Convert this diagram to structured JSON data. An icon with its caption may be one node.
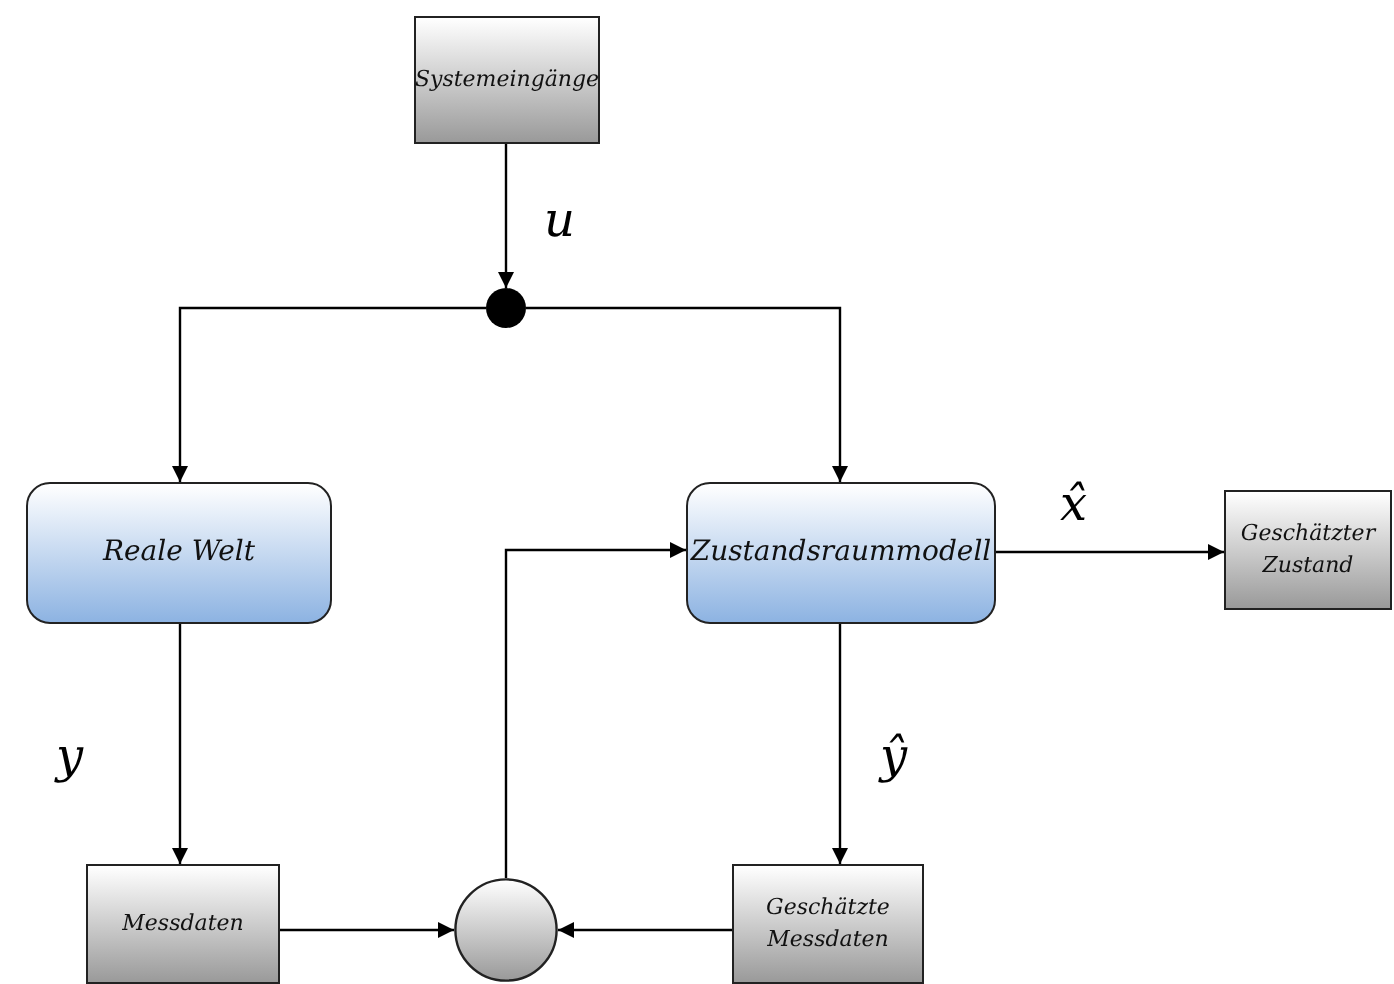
{
  "diagram": {
    "nodes": [
      {
        "text": [
          "Systemeingänge"
        ]
      },
      {
        "text": [],
        "shape": "dot"
      },
      {
        "text": [
          "Reale Welt"
        ]
      },
      {
        "text": [
          "Zustandsraummodell"
        ]
      },
      {
        "text": [
          "Geschätzter Zustand"
        ]
      },
      {
        "text": [
          "Messdaten"
        ]
      },
      {
        "text": [],
        "shape": "circle"
      },
      {
        "text": [
          "Geschätzte Messdaten"
        ]
      }
    ],
    "edges": [
      {
        "from": 0,
        "to": 1,
        "arrow": "to",
        "label": "u"
      },
      {
        "from": 1,
        "to": 2,
        "arrow": "to"
      },
      {
        "from": 1,
        "to": 3,
        "arrow": "to"
      },
      {
        "from": 2,
        "to": 5,
        "arrow": "to",
        "label": "y"
      },
      {
        "from": 3,
        "to": 4,
        "arrow": "to",
        "label": "x̂"
      },
      {
        "from": 3,
        "to": 7,
        "arrow": "to",
        "label": "ŷ"
      },
      {
        "from": 5,
        "to": 6,
        "arrow": "to"
      },
      {
        "from": 7,
        "to": 6,
        "arrow": "to"
      },
      {
        "from": 6,
        "to": 3,
        "arrow": "to"
      }
    ]
  }
}
